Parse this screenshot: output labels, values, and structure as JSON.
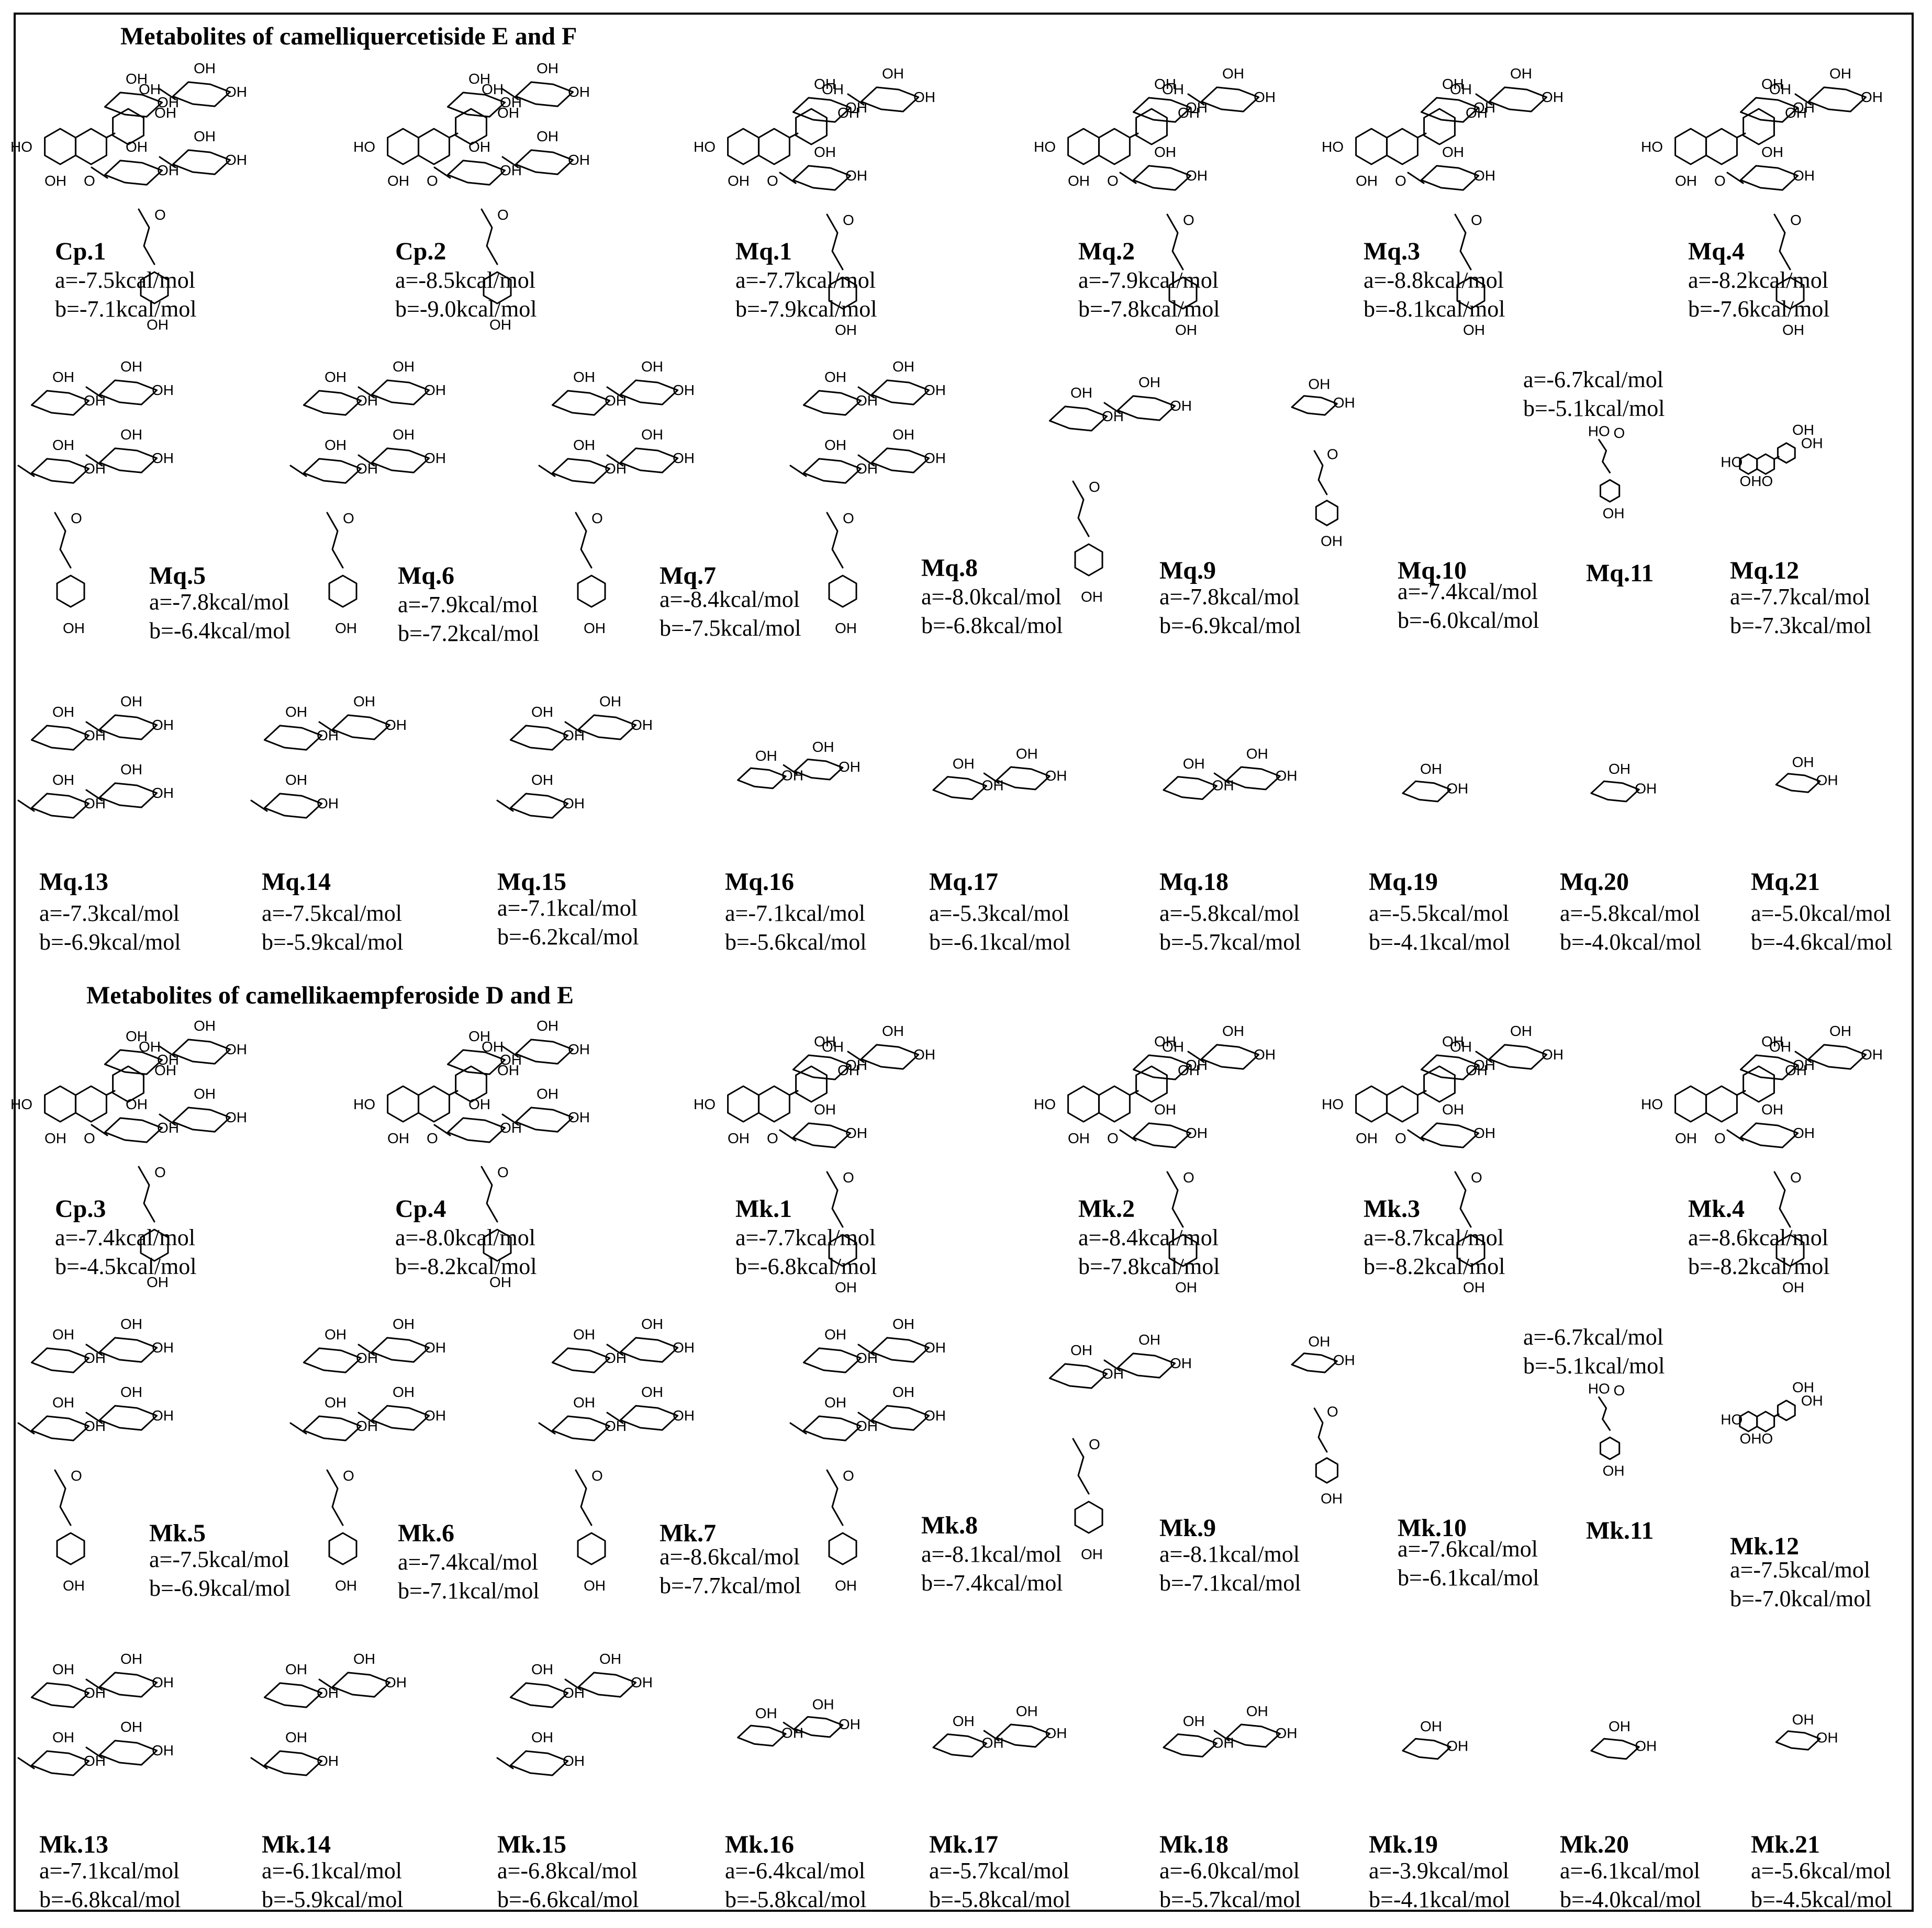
{
  "sections": [
    {
      "title": "Metabolites of camelliquercetiside E and F",
      "compounds": [
        {
          "id": "Cp.1",
          "a": "a=-7.5kcal/mol",
          "b": "b=-7.1kcal/mol",
          "kind": "flavonoid_glycoside_full"
        },
        {
          "id": "Cp.2",
          "a": "a=-8.5kcal/mol",
          "b": "b=-9.0kcal/mol",
          "kind": "flavonoid_glycoside_full"
        },
        {
          "id": "Mq.1",
          "a": "a=-7.7kcal/mol",
          "b": "b=-7.9kcal/mol",
          "kind": "flavonoid_glycoside"
        },
        {
          "id": "Mq.2",
          "a": "a=-7.9kcal/mol",
          "b": "b=-7.8kcal/mol",
          "kind": "flavonoid_glycoside"
        },
        {
          "id": "Mq.3",
          "a": "a=-8.8kcal/mol",
          "b": "b=-8.1kcal/mol",
          "kind": "flavonoid_glycoside"
        },
        {
          "id": "Mq.4",
          "a": "a=-8.2kcal/mol",
          "b": "b=-7.6kcal/mol",
          "kind": "flavonoid_glycoside"
        },
        {
          "id": "Mq.5",
          "a": "a=-7.8kcal/mol",
          "b": "b=-6.4kcal/mol",
          "kind": "oligosaccharide_coumaroyl"
        },
        {
          "id": "Mq.6",
          "a": "a=-7.9kcal/mol",
          "b": "b=-7.2kcal/mol",
          "kind": "oligosaccharide_coumaroyl"
        },
        {
          "id": "Mq.7",
          "a": "a=-8.4kcal/mol",
          "b": "b=-7.5kcal/mol",
          "kind": "oligosaccharide_coumaroyl"
        },
        {
          "id": "Mq.8",
          "a": "a=-8.0kcal/mol",
          "b": "b=-6.8kcal/mol",
          "kind": "oligosaccharide_coumaroyl"
        },
        {
          "id": "Mq.9",
          "a": "a=-7.8kcal/mol",
          "b": "b=-6.9kcal/mol",
          "kind": "disaccharide_coumaroyl"
        },
        {
          "id": "Mq.10",
          "a": "a=-7.4kcal/mol",
          "b": "b=-6.0kcal/mol",
          "kind": "monosaccharide_coumaroyl"
        },
        {
          "id": "Mq.11",
          "a": "a=-6.7kcal/mol",
          "b": "b=-5.1kcal/mol",
          "kind": "coumaric_acid"
        },
        {
          "id": "Mq.12",
          "a": "a=-7.7kcal/mol",
          "b": "b=-7.3kcal/mol",
          "kind": "aglycone"
        },
        {
          "id": "Mq.13",
          "a": "a=-7.3kcal/mol",
          "b": "b=-6.9kcal/mol",
          "kind": "tetrasaccharide"
        },
        {
          "id": "Mq.14",
          "a": "a=-7.5kcal/mol",
          "b": "b=-5.9kcal/mol",
          "kind": "trisaccharide"
        },
        {
          "id": "Mq.15",
          "a": "a=-7.1kcal/mol",
          "b": "b=-6.2kcal/mol",
          "kind": "trisaccharide"
        },
        {
          "id": "Mq.16",
          "a": "a=-7.1kcal/mol",
          "b": "b=-5.6kcal/mol",
          "kind": "disaccharide"
        },
        {
          "id": "Mq.17",
          "a": "a=-5.3kcal/mol",
          "b": "b=-6.1kcal/mol",
          "kind": "disaccharide"
        },
        {
          "id": "Mq.18",
          "a": "a=-5.8kcal/mol",
          "b": "b=-5.7kcal/mol",
          "kind": "disaccharide"
        },
        {
          "id": "Mq.19",
          "a": "a=-5.5kcal/mol",
          "b": "b=-4.1kcal/mol",
          "kind": "monosaccharide"
        },
        {
          "id": "Mq.20",
          "a": "a=-5.8kcal/mol",
          "b": "b=-4.0kcal/mol",
          "kind": "monosaccharide"
        },
        {
          "id": "Mq.21",
          "a": "a=-5.0kcal/mol",
          "b": "b=-4.6kcal/mol",
          "kind": "monosaccharide"
        }
      ]
    },
    {
      "title": "Metabolites of camellikaempferoside D and E",
      "compounds": [
        {
          "id": "Cp.3",
          "a": "a=-7.4kcal/mol",
          "b": "b=-4.5kcal/mol",
          "kind": "flavonoid_glycoside_full"
        },
        {
          "id": "Cp.4",
          "a": "a=-8.0kcal/mol",
          "b": "b=-8.2kcal/mol",
          "kind": "flavonoid_glycoside_full"
        },
        {
          "id": "Mk.1",
          "a": "a=-7.7kcal/mol",
          "b": "b=-6.8kcal/mol",
          "kind": "flavonoid_glycoside"
        },
        {
          "id": "Mk.2",
          "a": "a=-8.4kcal/mol",
          "b": "b=-7.8kcal/mol",
          "kind": "flavonoid_glycoside"
        },
        {
          "id": "Mk.3",
          "a": "a=-8.7kcal/mol",
          "b": "b=-8.2kcal/mol",
          "kind": "flavonoid_glycoside"
        },
        {
          "id": "Mk.4",
          "a": "a=-8.6kcal/mol",
          "b": "b=-8.2kcal/mol",
          "kind": "flavonoid_glycoside"
        },
        {
          "id": "Mk.5",
          "a": "a=-7.5kcal/mol",
          "b": "b=-6.9kcal/mol",
          "kind": "oligosaccharide_coumaroyl"
        },
        {
          "id": "Mk.6",
          "a": "a=-7.4kcal/mol",
          "b": "b=-7.1kcal/mol",
          "kind": "oligosaccharide_coumaroyl"
        },
        {
          "id": "Mk.7",
          "a": "a=-8.6kcal/mol",
          "b": "b=-7.7kcal/mol",
          "kind": "oligosaccharide_coumaroyl"
        },
        {
          "id": "Mk.8",
          "a": "a=-8.1kcal/mol",
          "b": "b=-7.4kcal/mol",
          "kind": "oligosaccharide_coumaroyl"
        },
        {
          "id": "Mk.9",
          "a": "a=-8.1kcal/mol",
          "b": "b=-7.1kcal/mol",
          "kind": "disaccharide_coumaroyl"
        },
        {
          "id": "Mk.10",
          "a": "a=-7.6kcal/mol",
          "b": "b=-6.1kcal/mol",
          "kind": "monosaccharide_coumaroyl"
        },
        {
          "id": "Mk.11",
          "a": "a=-6.7kcal/mol",
          "b": "b=-5.1kcal/mol",
          "kind": "coumaric_acid"
        },
        {
          "id": "Mk.12",
          "a": "a=-7.5kcal/mol",
          "b": "b=-7.0kcal/mol",
          "kind": "aglycone"
        },
        {
          "id": "Mk.13",
          "a": "a=-7.1kcal/mol",
          "b": "b=-6.8kcal/mol",
          "kind": "tetrasaccharide"
        },
        {
          "id": "Mk.14",
          "a": "a=-6.1kcal/mol",
          "b": "b=-5.9kcal/mol",
          "kind": "trisaccharide"
        },
        {
          "id": "Mk.15",
          "a": "a=-6.8kcal/mol",
          "b": "b=-6.6kcal/mol",
          "kind": "trisaccharide"
        },
        {
          "id": "Mk.16",
          "a": "a=-6.4kcal/mol",
          "b": "b=-5.8kcal/mol",
          "kind": "disaccharide"
        },
        {
          "id": "Mk.17",
          "a": "a=-5.7kcal/mol",
          "b": "b=-5.8kcal/mol",
          "kind": "disaccharide"
        },
        {
          "id": "Mk.18",
          "a": "a=-6.0kcal/mol",
          "b": "b=-5.7kcal/mol",
          "kind": "disaccharide"
        },
        {
          "id": "Mk.19",
          "a": "a=-3.9kcal/mol",
          "b": "b=-4.1kcal/mol",
          "kind": "monosaccharide"
        },
        {
          "id": "Mk.20",
          "a": "a=-6.1kcal/mol",
          "b": "b=-4.0kcal/mol",
          "kind": "monosaccharide"
        },
        {
          "id": "Mk.21",
          "a": "a=-5.6kcal/mol",
          "b": "b=-4.5kcal/mol",
          "kind": "monosaccharide"
        }
      ]
    }
  ]
}
